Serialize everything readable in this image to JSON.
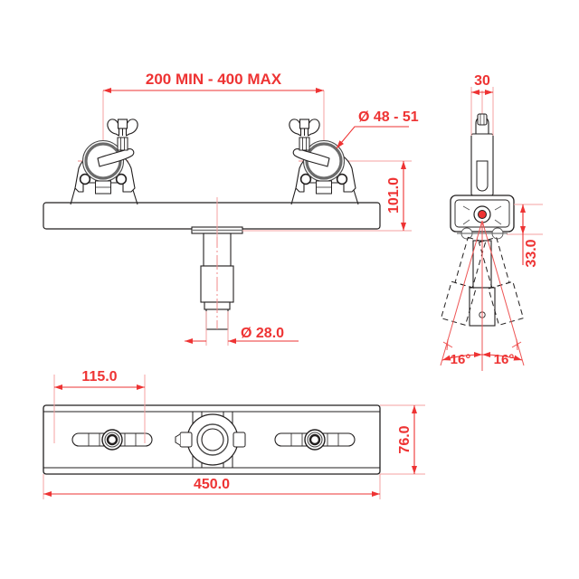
{
  "drawing": {
    "title": "Truss clamp bar assembly - technical drawing",
    "background_color": "#ffffff",
    "line_color": "#221f1f",
    "dimension_color": "#ee3333",
    "centerline_color": "#f08a8a",
    "views": [
      {
        "name": "front-view",
        "label": ""
      },
      {
        "name": "side-view",
        "label": ""
      },
      {
        "name": "bottom-view",
        "label": ""
      }
    ]
  },
  "dimensions": {
    "span_min_max": "200 MIN - 400 MAX",
    "tube_diameter": "Ø 48 - 51",
    "height": "101.0",
    "spigot_diameter": "Ø 28.0",
    "side_width": "30",
    "side_height": "33.0",
    "angle_left": "16°",
    "angle_right": "16°",
    "slot_offset": "115.0",
    "bar_width": "76.0",
    "bar_length": "450.0"
  }
}
